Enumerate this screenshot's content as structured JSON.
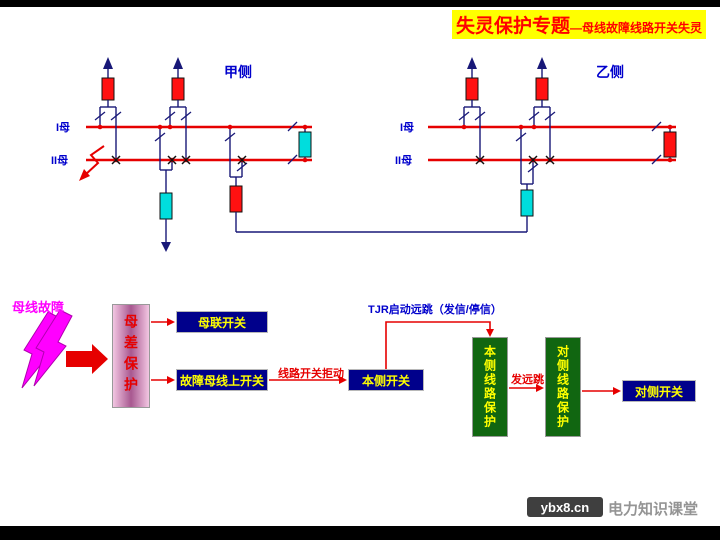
{
  "title": {
    "main": "失灵保护专题",
    "sub": "—母线故障线路开关失灵"
  },
  "stations": {
    "left": {
      "name": "甲侧",
      "bus1": "I母",
      "bus2": "II母"
    },
    "right": {
      "name": "乙侧",
      "bus1": "I母",
      "bus2": "II母"
    }
  },
  "flow": {
    "fault": "母线故障",
    "bus_diff_protection": "母差保护",
    "bus_tie_breaker": "母联开关",
    "faulted_bus_breakers": "故障母线上开关",
    "breaker_failure": "线路开关拒动",
    "local_breaker": "本侧开关",
    "tjr_note": "TJR启动远跳（发信/停信）",
    "local_line_protection": "本侧线路保护",
    "send_remote_trip": "发远跳",
    "remote_line_protection": "对侧线路保护",
    "remote_breaker": "对侧开关"
  },
  "watermark": {
    "site": "ybx8.cn",
    "brand": "电力知识课堂"
  },
  "colors": {
    "title-red": "#ff0000",
    "title-highlight": "#ffff00",
    "bus-red": "#e60000",
    "circuit-navy": "#181878",
    "breaker-red": "#ff1111",
    "breaker-cyan": "#00dddd",
    "navy-box": "#00008b",
    "green-box": "#116611",
    "box-text-yellow": "#ffff00",
    "fault-magenta": "#ff00ff",
    "flow-arrow-red": "#e60000",
    "tjr-blue": "#0000cc",
    "label-blue": "#0000cc"
  }
}
